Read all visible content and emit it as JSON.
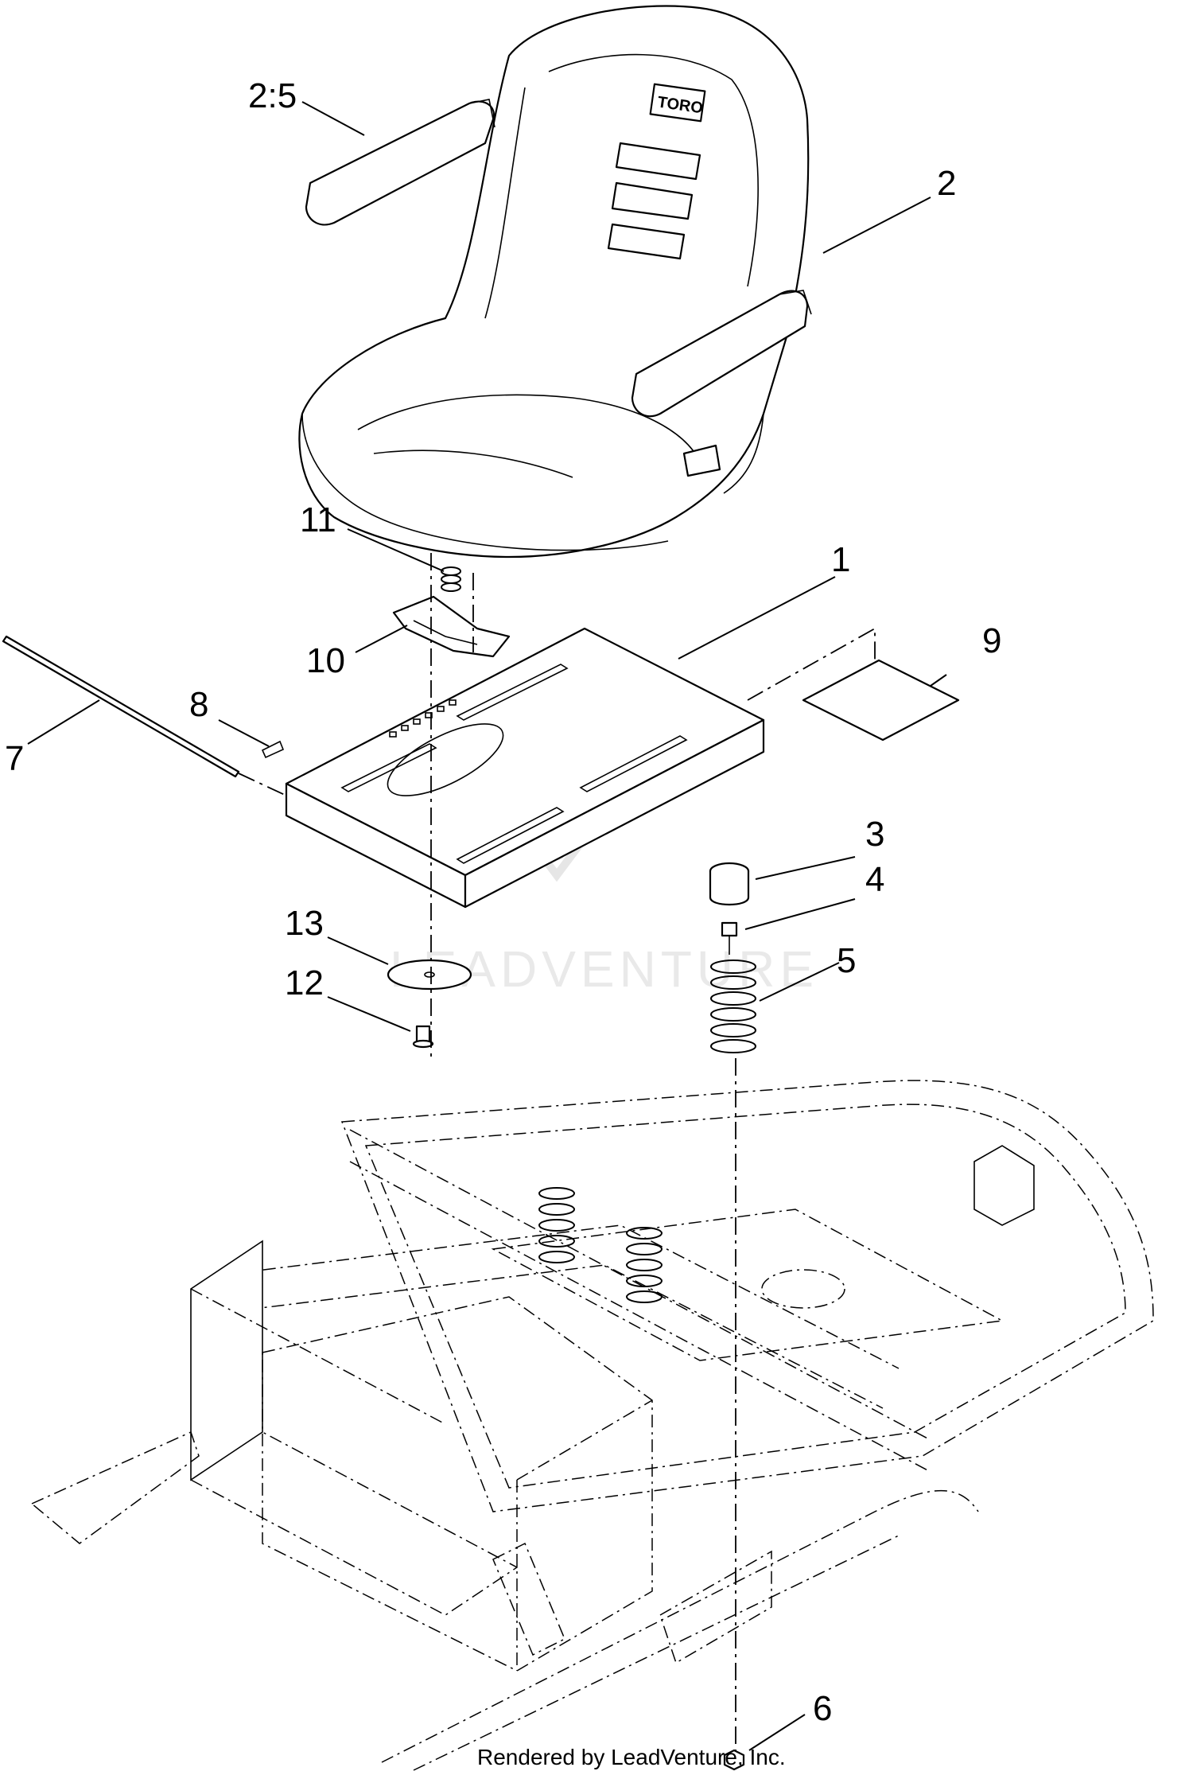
{
  "callouts": [
    {
      "id": "1",
      "label": "1"
    },
    {
      "id": "2",
      "label": "2"
    },
    {
      "id": "2-5",
      "label": "2:5"
    },
    {
      "id": "3",
      "label": "3"
    },
    {
      "id": "4",
      "label": "4"
    },
    {
      "id": "5",
      "label": "5"
    },
    {
      "id": "6",
      "label": "6"
    },
    {
      "id": "7",
      "label": "7"
    },
    {
      "id": "8",
      "label": "8"
    },
    {
      "id": "9",
      "label": "9"
    },
    {
      "id": "10",
      "label": "10"
    },
    {
      "id": "11",
      "label": "11"
    },
    {
      "id": "12",
      "label": "12"
    },
    {
      "id": "13",
      "label": "13"
    }
  ],
  "seat": {
    "brand_label": "TORO"
  },
  "watermark": {
    "text": "LEADVENTURE"
  },
  "footer": {
    "credit": "Rendered by LeadVenture, Inc."
  }
}
